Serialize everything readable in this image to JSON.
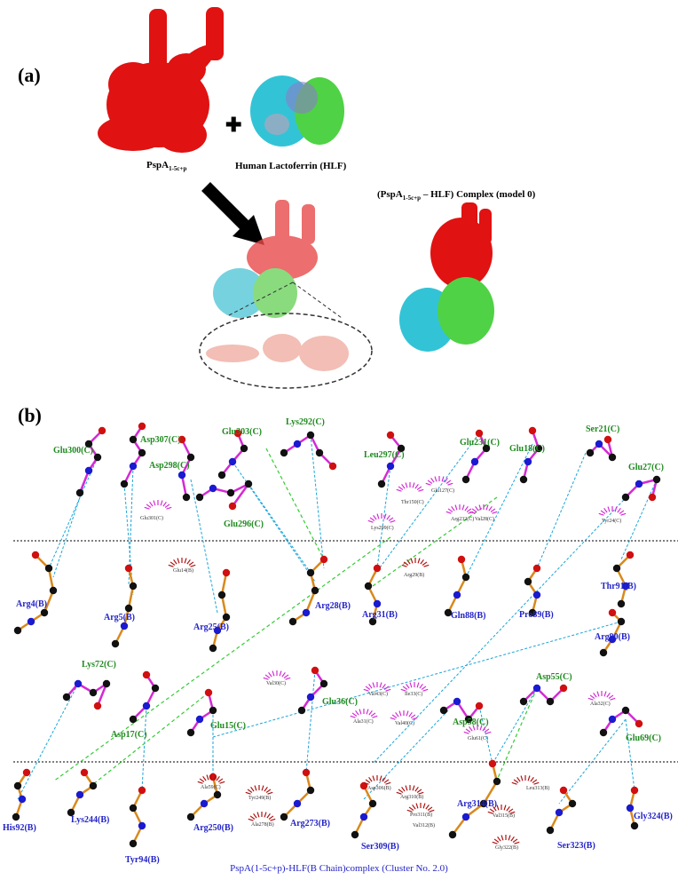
{
  "panel_a": {
    "label": "(a)",
    "captions": {
      "pspa_prefix": "PspA",
      "pspa_sub": "1-5c+p",
      "hlf": "Human Lactoferrin (HLF)",
      "complex_prefix": "(PspA",
      "complex_sub": "1-5c+p",
      "complex_suffix": " – HLF) Complex (model 0)"
    },
    "plus_symbol": "✚"
  },
  "panel_b": {
    "label": "(b)",
    "chain_c_residues": [
      "Glu300(C)",
      "Asp307(C)",
      "Asp298(C)",
      "Glu303(C)",
      "Lys292(C)",
      "Glu296(C)",
      "Leu297(C)",
      "Glu231(C)",
      "Glu18(C)",
      "Ser21(C)",
      "Glu27(C)",
      "Lys72(C)",
      "Asp17(C)",
      "Glu15(C)",
      "Glu36(C)",
      "Asp58(C)",
      "Asp55(C)",
      "Glu69(C)"
    ],
    "chain_b_residues": [
      "Arg4(B)",
      "Arg5(B)",
      "Arg25(B)",
      "Arg28(B)",
      "Arg31(B)",
      "Gln88(B)",
      "Pro89(B)",
      "Thr91(B)",
      "Arg90(B)",
      "His92(B)",
      "Lys244(B)",
      "Tyr94(B)",
      "Arg250(B)",
      "Arg273(B)",
      "Ser309(B)",
      "Arg314(B)",
      "Ser323(B)",
      "Gly324(B)"
    ],
    "hydrophobic": [
      "Glu301(C)",
      "Glu14(B)",
      "Lys299(C)",
      "Thr150(C)",
      "Glu127(C)",
      "Arg232(C)",
      "Val28(C)",
      "Tyr24(C)",
      "Arg29(B)",
      "Val30(C)",
      "Val43(C)",
      "Ile33(C)",
      "Ala31(C)",
      "Val40(C)",
      "Ala32(C)",
      "Glu61(C)",
      "Ala59(C)",
      "Tyr249(B)",
      "Ala278(B)",
      "Asp306(B)",
      "Arg310(B)",
      "Pro311(B)",
      "Val312(B)",
      "Leu313(B)",
      "Val315(B)",
      "Gly322(B)"
    ],
    "footer": "PspA(1-5c+p)-HLF(B Chain)complex (Cluster No. 2.0)"
  }
}
